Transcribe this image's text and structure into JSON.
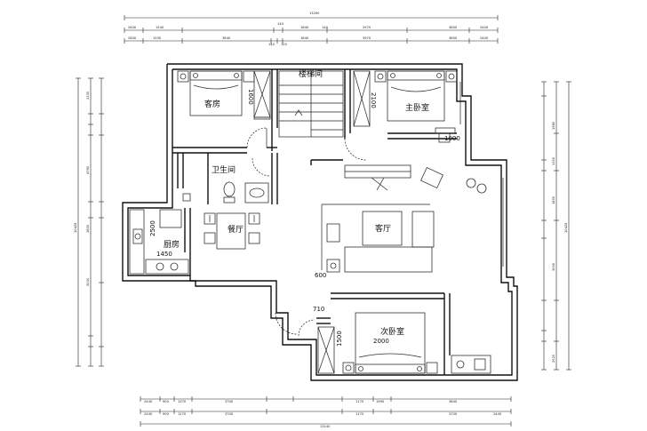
{
  "rooms": {
    "guest_room": "客房",
    "stairwell": "楼梯间",
    "master_bedroom": "主卧室",
    "bathroom": "卫生间",
    "kitchen": "厨房",
    "dining_room": "餐厅",
    "living_room": "客厅",
    "second_bedroom": "次卧室"
  },
  "measurements": {
    "guest_wardrobe": "1600",
    "master_wardrobe": "2100",
    "master_desk": "1000",
    "kitchen_depth": "2500",
    "kitchen_width": "1450",
    "living_cabinet": "600",
    "second_cabinet": "710",
    "second_wardrobe": "1500",
    "second_bed_width": "2000"
  },
  "top_dims": {
    "overall": "13200",
    "row1": [
      "2640",
      "1540",
      "140",
      "1840",
      "140",
      "2970",
      "3600",
      "2400"
    ],
    "row2": [
      "2640",
      "1530",
      "3640",
      "140",
      "120",
      "1840",
      "3970",
      "3600",
      "2400"
    ]
  },
  "bottom_dims": {
    "overall": "13140",
    "row1": [
      "2440",
      "900",
      "1370",
      "3700",
      "1170",
      "1990",
      "3840"
    ],
    "row2": [
      "2440",
      "900",
      "1270",
      "3700",
      "1170",
      "3700",
      "2440"
    ]
  },
  "left_dims": {
    "overall": "10425",
    "inner": [
      "2330",
      "4760",
      "1800",
      "3000"
    ]
  },
  "right_dims": {
    "overall": "10425",
    "inner": [
      "1980",
      "1300",
      "1800",
      "3000",
      "2020"
    ]
  }
}
